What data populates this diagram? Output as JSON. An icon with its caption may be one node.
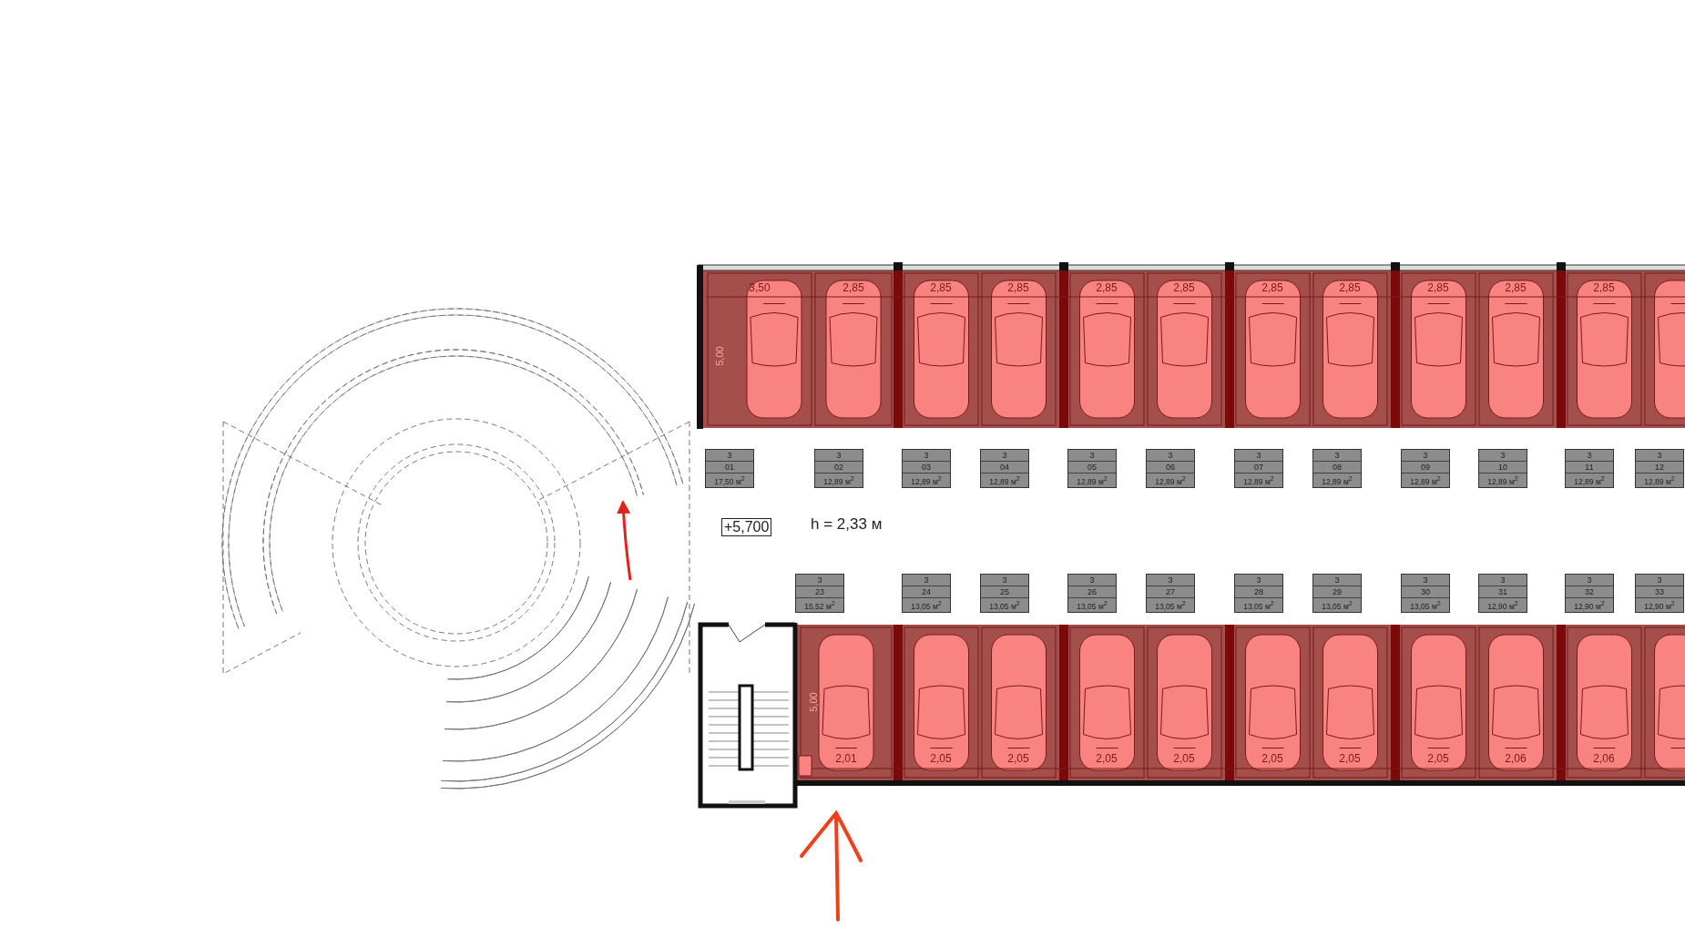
{
  "diagram": {
    "nodes": [
      {
        "text": [
          "3",
          "01",
          "17,50 м$^{2}$"
        ]
      },
      {
        "text": [
          "3",
          "02",
          "12,89 м$^{2}$"
        ]
      },
      {
        "text": [
          "3",
          "03",
          "12,89 м$^{2}$"
        ]
      },
      {
        "text": [
          "3",
          "04",
          "12,89 м$^{2}$"
        ]
      },
      {
        "text": [
          "3",
          "05",
          "12,89 м$^{2}$"
        ]
      },
      {
        "text": [
          "3",
          "06",
          "12,89 м$^{2}$"
        ]
      },
      {
        "text": [
          "3",
          "07",
          "12,89 м$^{2}$"
        ]
      },
      {
        "text": [
          "3",
          "08",
          "12,89 м$^{2}$"
        ]
      },
      {
        "text": [
          "3",
          "09",
          "12,89 м$^{2}$"
        ]
      },
      {
        "text": [
          "3",
          "10",
          "12,89 м$^{2}$"
        ]
      },
      {
        "text": [
          "3",
          "11",
          "12,89 м$^{2}$"
        ]
      },
      {
        "text": [
          "3",
          "12",
          "12,89 м$^{2}$"
        ]
      },
      {
        "text": [
          "3",
          "23",
          "15,52 м$^{2}$"
        ]
      },
      {
        "text": [
          "3",
          "24",
          "13,05 м$^{2}$"
        ]
      },
      {
        "text": [
          "3",
          "25",
          "13,05 м$^{2}$"
        ]
      },
      {
        "text": [
          "3",
          "26",
          "13,05 м$^{2}$"
        ]
      },
      {
        "text": [
          "3",
          "27",
          "13,05 м$^{2}$"
        ]
      },
      {
        "text": [
          "3",
          "28",
          "13,05 м$^{2}$"
        ]
      },
      {
        "text": [
          "3",
          "29",
          "13,05 м$^{2}$"
        ]
      },
      {
        "text": [
          "3",
          "30",
          "13,05 м$^{2}$"
        ]
      },
      {
        "text": [
          "3",
          "31",
          "12,90 м$^{2}$"
        ]
      },
      {
        "text": [
          "3",
          "32",
          "12,90 м$^{2}$"
        ]
      },
      {
        "text": [
          "3",
          "33",
          "12,90 м$^{2}$"
        ]
      }
    ],
    "labels": [
      "3,50",
      "2,85",
      "2,85",
      "2,85",
      "2,85",
      "2,85",
      "2,85",
      "2,85",
      "2,85",
      "2,85",
      "2,85",
      "5,00",
      "+5,700",
      "h = 2,33 м",
      "5,00",
      "2,01",
      "2,05",
      "2,05",
      "2,05",
      "2,05",
      "2,05",
      "2,05",
      "2,05",
      "2,06",
      "2,06"
    ]
  }
}
